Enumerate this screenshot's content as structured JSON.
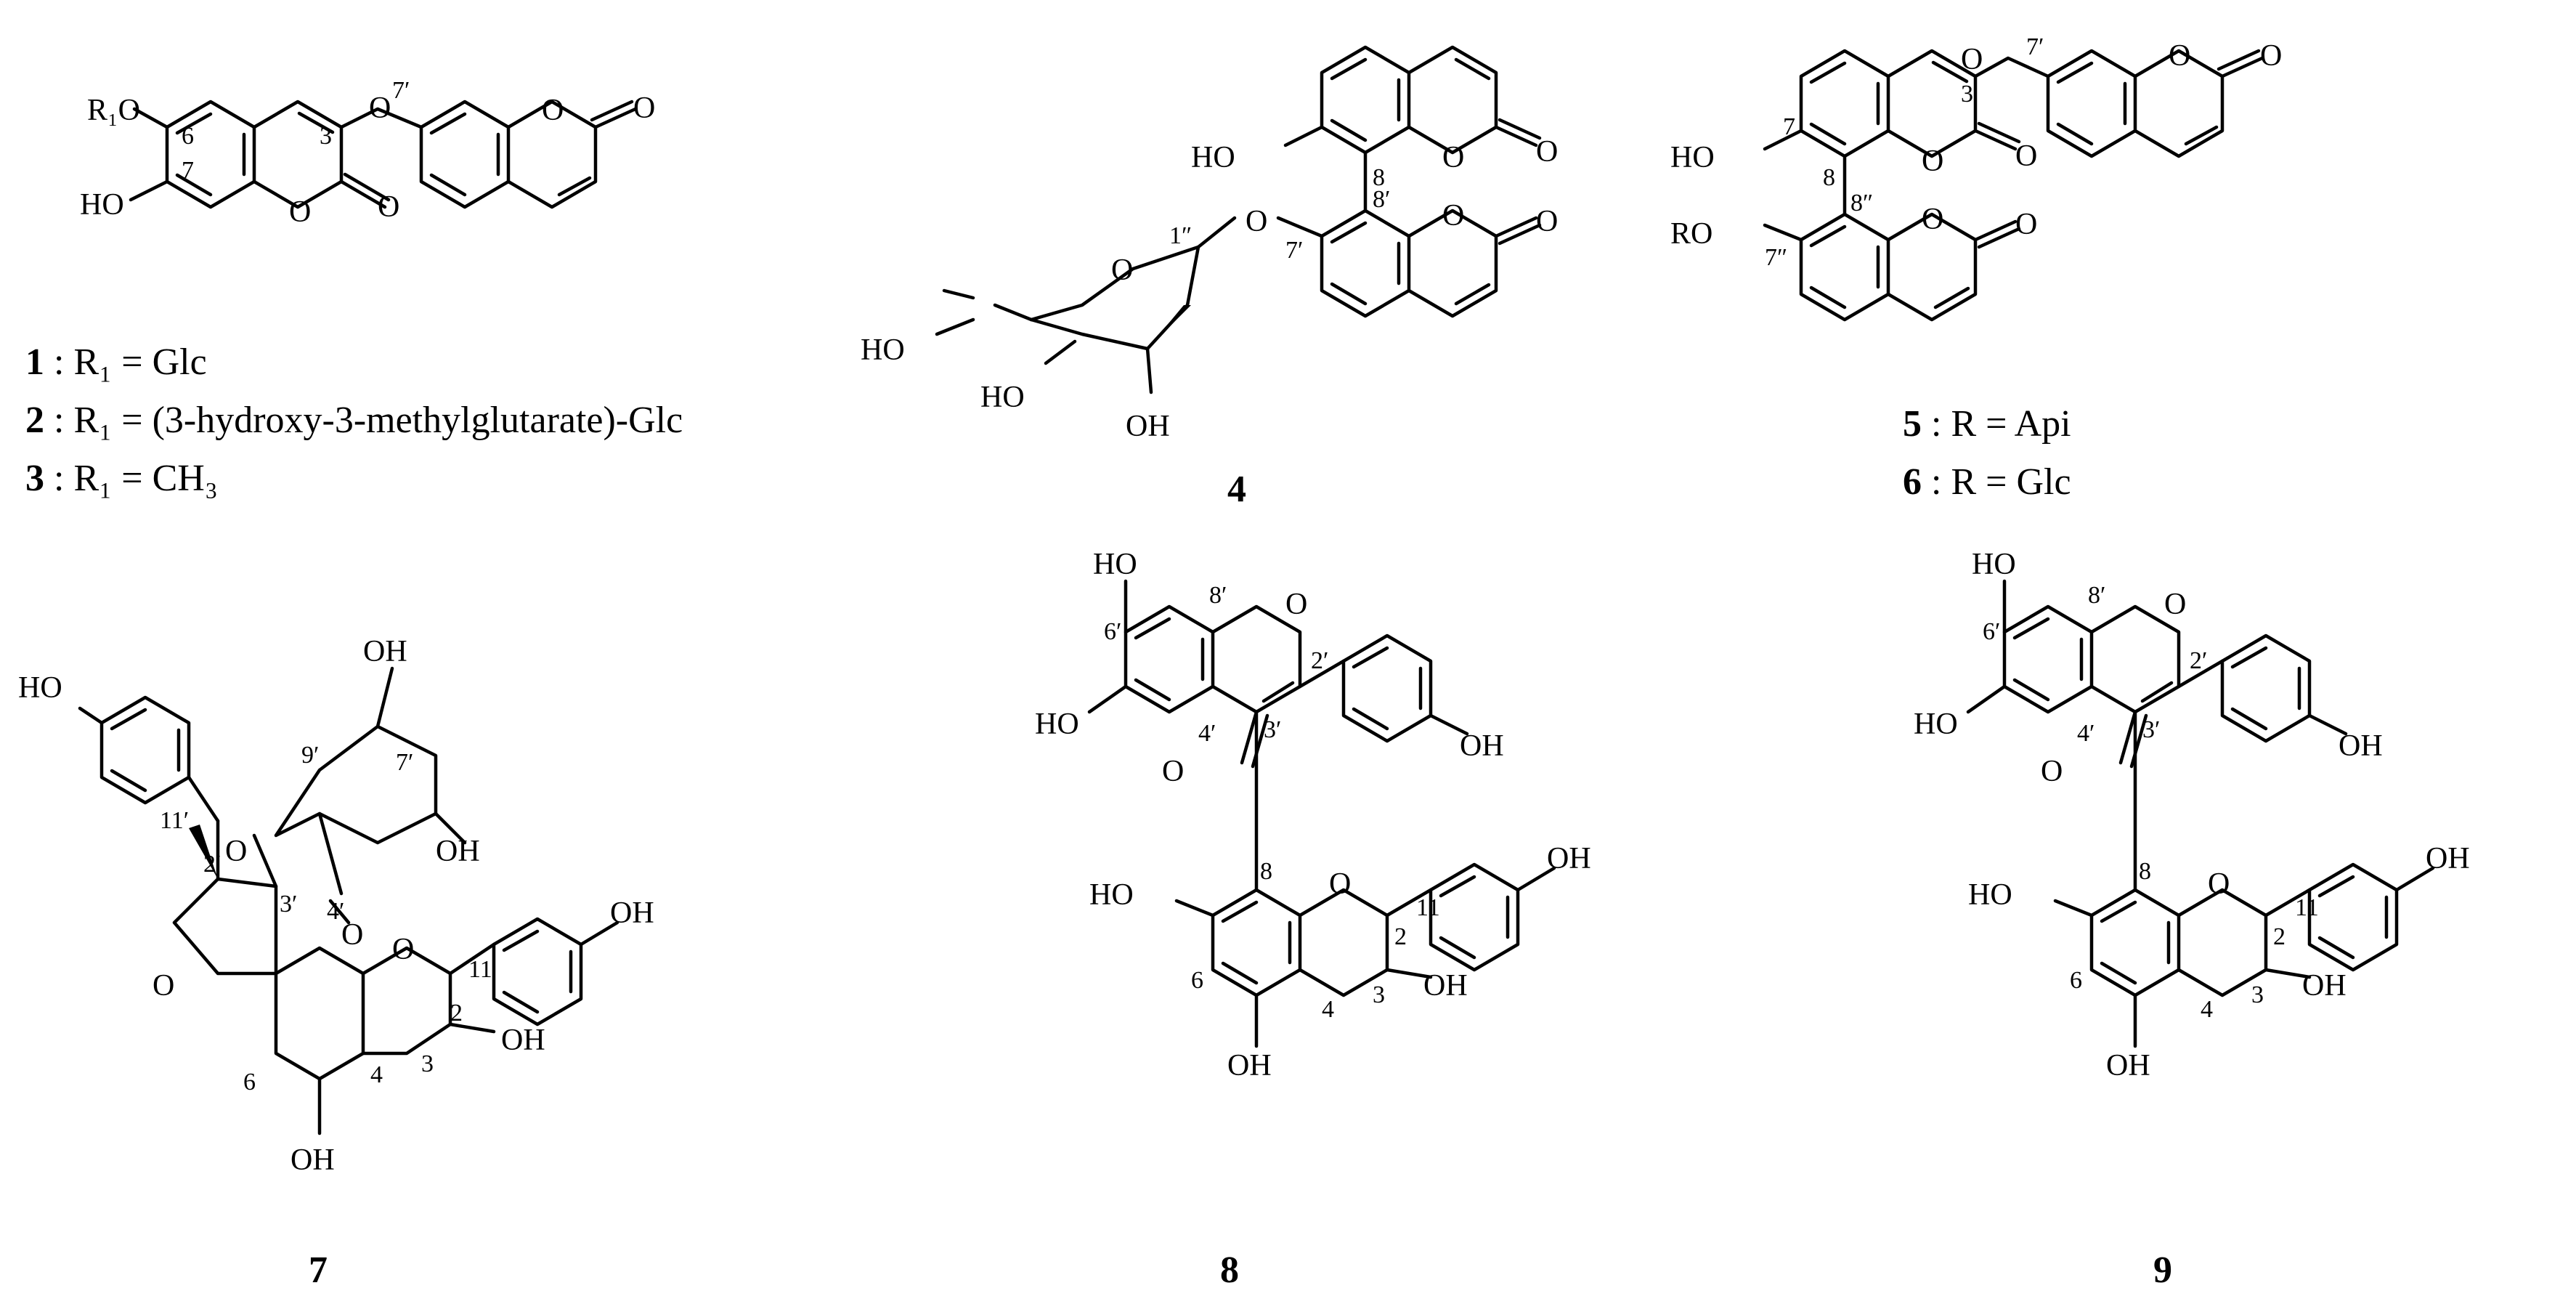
{
  "compounds": {
    "c1": {
      "label": "1",
      "sub": " : R₁ = Glc"
    },
    "c2": {
      "label": "2",
      "sub": " : R₁ = (3-hydroxy-3-methylglutarate)-Glc"
    },
    "c3": {
      "label": "3",
      "sub": " : R₁ = CH₃"
    },
    "c4": {
      "label": "4"
    },
    "c5": {
      "label": "5",
      "sub": " : R = Api"
    },
    "c6": {
      "label": "6",
      "sub": " : R = Glc"
    },
    "c7": {
      "label": "7"
    },
    "c8": {
      "label": "8"
    },
    "c9": {
      "label": "9"
    }
  },
  "atoms": {
    "o": "O",
    "oh": "OH",
    "ho": "HO",
    "r1o": "R₁O",
    "ro": "RO"
  },
  "locants": {
    "l2": "2",
    "l3": "3",
    "l4": "4",
    "l6": "6",
    "l7": "7",
    "l8": "8",
    "l11": "11",
    "l2p": "2′",
    "l3p": "3′",
    "l4p": "4′",
    "l6p": "6′",
    "l7p": "7′",
    "l8p": "8′",
    "l9p": "9′",
    "l11p": "11′",
    "l1pp": "1″",
    "l7pp": "7″",
    "l8pp": "8″"
  }
}
